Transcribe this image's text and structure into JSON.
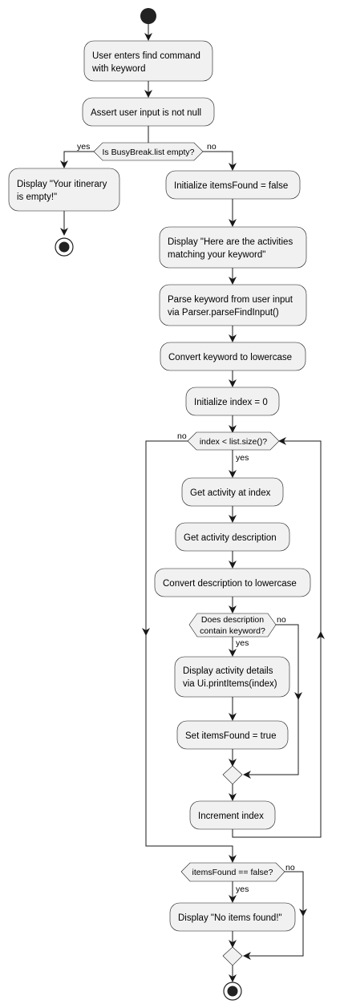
{
  "activities": {
    "a1": [
      "User enters find command",
      "with keyword"
    ],
    "a2": [
      "Assert user input is not null"
    ],
    "a3": [
      "Display \"Your itinerary",
      "is empty!\""
    ],
    "a4": [
      "Initialize itemsFound = false"
    ],
    "a5": [
      "Display \"Here are the activities",
      "matching your keyword\""
    ],
    "a6": [
      "Parse keyword from user input",
      "via Parser.parseFindInput()"
    ],
    "a7": [
      "Convert keyword to lowercase"
    ],
    "a8": [
      "Initialize index = 0"
    ],
    "a9": [
      "Get activity at index"
    ],
    "a10": [
      "Get activity description"
    ],
    "a11": [
      "Convert description to lowercase"
    ],
    "a12": [
      "Display activity details",
      "via Ui.printItems(index)"
    ],
    "a13": [
      "Set itemsFound = true"
    ],
    "a14": [
      "Increment index"
    ],
    "a15": [
      "Display \"No items found!\""
    ]
  },
  "decisions": {
    "d1": [
      "Is BusyBreak.list empty?"
    ],
    "d2": [
      "index < list.size()?"
    ],
    "d3": [
      "Does description",
      "contain keyword?"
    ],
    "d4": [
      "itemsFound == false?"
    ]
  },
  "edge_labels": {
    "d1_yes": "yes",
    "d1_no": "no",
    "d2_no": "no",
    "d2_yes": "yes",
    "d3_no": "no",
    "d3_yes": "yes",
    "d4_no": "no",
    "d4_yes": "yes"
  }
}
